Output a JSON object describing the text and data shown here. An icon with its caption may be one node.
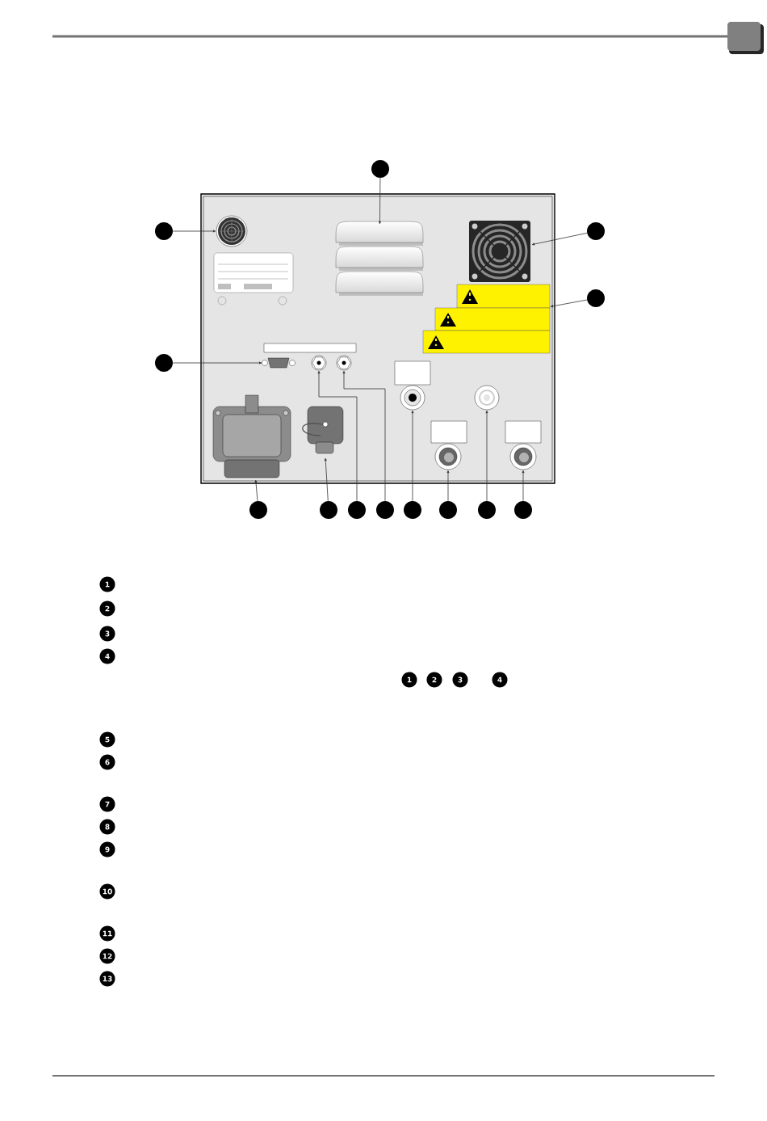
{
  "diagram": {
    "nodes": [
      {
        "text": [],
        "shape": "circle"
      },
      {
        "text": [],
        "shape": "circle"
      },
      {
        "text": [],
        "shape": "circle"
      },
      {
        "text": [],
        "shape": "circle"
      },
      {
        "text": [],
        "shape": "circle"
      },
      {
        "text": [],
        "shape": "circle"
      },
      {
        "text": [],
        "shape": "circle"
      },
      {
        "text": [],
        "shape": "circle"
      },
      {
        "text": [],
        "shape": "circle"
      },
      {
        "text": [],
        "shape": "circle"
      },
      {
        "text": [],
        "shape": "circle"
      },
      {
        "text": [],
        "shape": "circle"
      },
      {
        "text": [],
        "shape": "circle"
      },
      {
        "text": [],
        "shape": "box"
      },
      {
        "text": [],
        "shape": "circle"
      },
      {
        "text": [],
        "shape": "box"
      },
      {
        "text": [],
        "shape": "box"
      },
      {
        "text": [],
        "shape": "box"
      },
      {
        "text": [],
        "shape": "box"
      },
      {
        "text": [],
        "shape": "box"
      },
      {
        "text": [],
        "shape": "circle"
      },
      {
        "text": [],
        "shape": "circle"
      },
      {
        "text": [],
        "shape": "circle"
      },
      {
        "text": [],
        "shape": "circle"
      },
      {
        "text": [],
        "shape": "circle"
      },
      {
        "text": [],
        "shape": "circle"
      }
    ],
    "edges": [
      {
        "from": 0,
        "to": 13,
        "arrow": "to"
      },
      {
        "from": 1,
        "to": 14,
        "arrow": "to"
      },
      {
        "from": 2,
        "to": 15,
        "arrow": "to"
      },
      {
        "from": 3,
        "to": 16,
        "arrow": "to"
      },
      {
        "from": 4,
        "to": 17,
        "arrow": "to"
      },
      {
        "from": 5,
        "to": 18,
        "arrow": "to"
      },
      {
        "from": 6,
        "to": 19,
        "arrow": "to"
      },
      {
        "from": 7,
        "to": 20,
        "arrow": "to"
      },
      {
        "from": 8,
        "to": 21,
        "arrow": "to"
      },
      {
        "from": 9,
        "to": 22,
        "arrow": "to"
      },
      {
        "from": 10,
        "to": 23,
        "arrow": "to"
      },
      {
        "from": 11,
        "to": 24,
        "arrow": "to"
      },
      {
        "from": 12,
        "to": 25,
        "arrow": "to"
      }
    ],
    "labels": [
      "1",
      "2",
      "3",
      "4",
      "1",
      "2",
      "3",
      "4",
      "5",
      "6",
      "7",
      "8",
      "9",
      "10",
      "11",
      "12",
      "13"
    ]
  }
}
